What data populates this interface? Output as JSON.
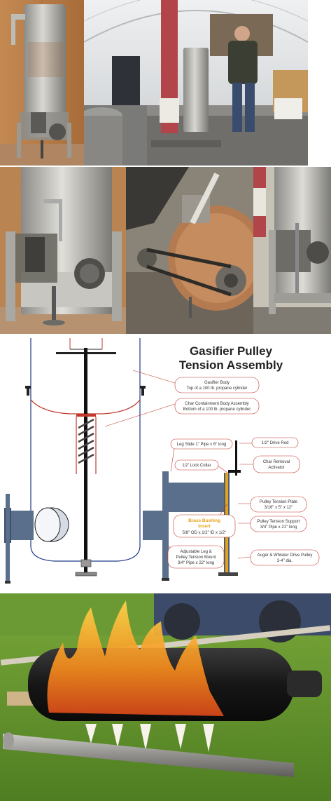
{
  "diagram": {
    "title_line1": "Gasifier Pulley",
    "title_line2": "Tension Assembly",
    "labels": {
      "gasifier_body_1": "Gasifier Body",
      "gasifier_body_2": "Top of a 100 lb. propane cylinder",
      "char_containment_1": "Char Containment Body Assembly",
      "char_containment_2": "Bottom of a 100 lb. propane cylinder",
      "leg_slide": "Leg Slide 1\" Pipe x  6\" long",
      "drive_rod": "1/2\" Drive Rod",
      "lock_collar": "1/2' Lock Collar",
      "char_removal_1": "Char  Removal",
      "char_removal_2": "Activator",
      "pulley_plate_1": "Pulley Tension Plate",
      "pulley_plate_2": "3/16\" x 5\" x 12\"",
      "brass_1": "Brass Bushing",
      "brass_2": "Insert",
      "brass_3": "5/8\" OD x 1/2\" ID x 1/2\"",
      "pulley_support_1": "Pulley Tension Support",
      "pulley_support_2": "3/4\" Pipe x 21\" long",
      "adj_leg_1": "Adjustable Leg &",
      "adj_leg_2": "Pulley Tension Mount",
      "adj_leg_3": "3/4\" Pipe x 22\" long",
      "auger_pulley_1": "Auger & Whisker Drive Pulley",
      "auger_pulley_2": "3-4\" dia."
    }
  },
  "colors": {
    "leader": "#c0392b",
    "label_border": "#c0392b",
    "brass": "#e8a21a",
    "steel": "#5a6f8c"
  }
}
